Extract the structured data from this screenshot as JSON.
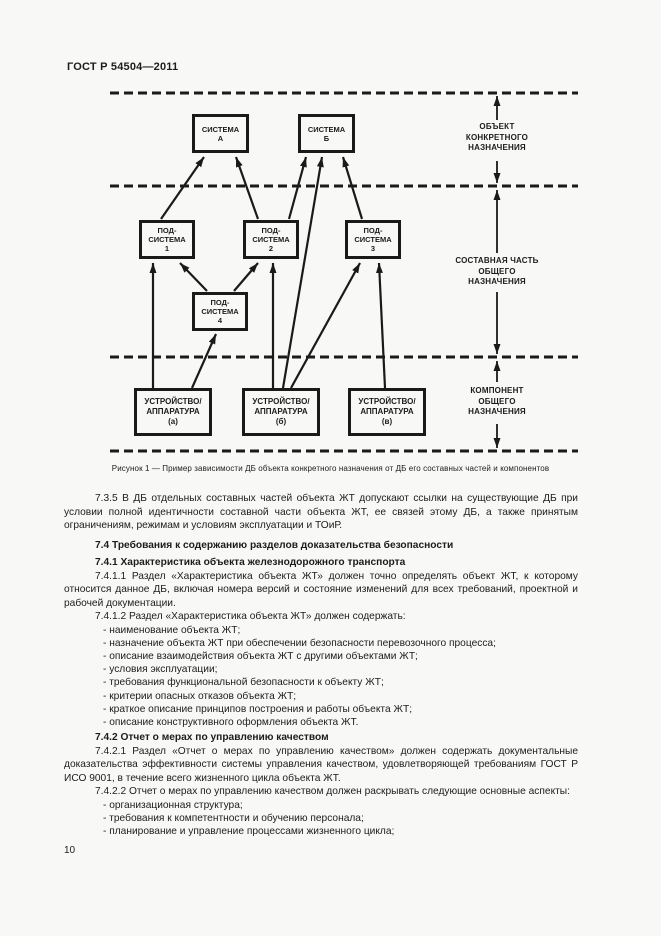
{
  "doc": {
    "header": "ГОСТ Р 54504—2011",
    "page_number": "10"
  },
  "figure": {
    "caption": "Рисунок  1 — Пример зависимости ДБ объекта конкретного назначения от ДБ его составных частей и компонентов",
    "boxes": {
      "system_a": "СИСТЕМА\nА",
      "system_b": "СИСТЕМА\nБ",
      "subsystem_1": "ПОД-\nСИСТЕМА\n1",
      "subsystem_2": "ПОД-\nСИСТЕМА\n2",
      "subsystem_3": "ПОД-\nСИСТЕМА\n3",
      "subsystem_4": "ПОД-\nСИСТЕМА\n4",
      "device_a": "УСТРОЙСТВО/\nАППАРАТУРА\n(а)",
      "device_b": "УСТРОЙСТВО/\nАППАРАТУРА\n(б)",
      "device_v": "УСТРОЙСТВО/\nАППАРАТУРА\n(в)"
    },
    "zone_labels": {
      "specific_object": "ОБЪЕКТ\nКОНКРЕТНОГО\nНАЗНАЧЕНИЯ",
      "general_part": "СОСТАВНАЯ ЧАСТЬ\nОБЩЕГО\nНАЗНАЧЕНИЯ",
      "general_component": "КОМПОНЕНТ\nОБЩЕГО\nНАЗНАЧЕНИЯ"
    }
  },
  "content": {
    "p_7_3_5": "7.3.5  В ДБ отдельных составных частей объекта ЖТ допускают ссылки на существующие ДБ при условии полной идентичности составной части объекта ЖТ, ее связей этому ДБ, а также принятым ограничениям, режимам и условиям эксплуатации и ТОиР.",
    "h_7_4": "7.4  Требования к содержанию разделов доказательства безопасности",
    "h_7_4_1": "7.4.1  Характеристика объекта железнодорожного транспорта",
    "p_7_4_1_1": "7.4.1.1  Раздел «Характеристика объекта ЖТ» должен точно определять объект ЖТ, к которому относится данное ДБ, включая номера версий и состояние изменений для всех требований, проектной и рабочей документации.",
    "p_7_4_1_2": "7.4.1.2  Раздел «Характеристика объекта ЖТ» должен содержать:",
    "list_7_4_1": [
      "-  наименование объекта ЖТ;",
      "-  назначение объекта ЖТ при обеспечении безопасности перевозочного процесса;",
      "-  описание взаимодействия объекта ЖТ с другими объектами ЖТ;",
      "-  условия эксплуатации;",
      "-  требования функциональной безопасности к объекту ЖТ;",
      "-  критерии опасных отказов объекта ЖТ;",
      "-  краткое описание принципов построения и работы объекта ЖТ;",
      "-  описание конструктивного оформления объекта ЖТ."
    ],
    "h_7_4_2": "7.4.2  Отчет о мерах по управлению качеством",
    "p_7_4_2_1": "7.4.2.1  Раздел «Отчет о мерах по управлению качеством» должен содержать документальные доказательства эффективности системы управления качеством, удовлетворяющей требованиям ГОСТ Р ИСО 9001, в течение всего жизненного цикла объекта ЖТ.",
    "p_7_4_2_2": "7.4.2.2  Отчет о мерах по управлению качеством должен раскрывать следующие основные аспекты:",
    "list_7_4_2": [
      "-  организационная структура;",
      "-  требования к компетентности и обучению персонала;",
      "-  планирование и управление процессами жизненного цикла;"
    ]
  }
}
